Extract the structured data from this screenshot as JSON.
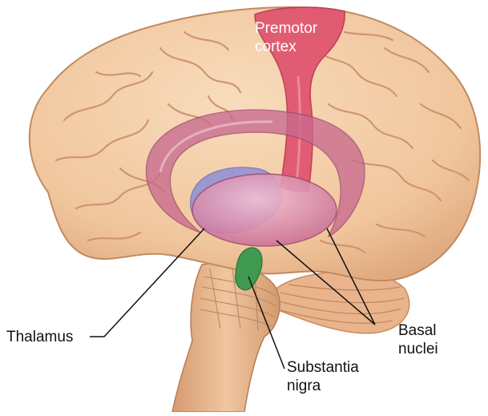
{
  "figure": {
    "labels": {
      "premotor_line1": "Premotor",
      "premotor_line2": "cortex",
      "thalamus": "Thalamus",
      "basal_line1": "Basal",
      "basal_line2": "nuclei",
      "substantia_line1": "Substantia",
      "substantia_line2": "nigra"
    },
    "colors": {
      "cortex_fill": "#f2cca4",
      "cortex_fold": "#d39c72",
      "premotor": "#e0566f",
      "basal_nuclei": "#c96b8f",
      "thalamus": "#8e8fd6",
      "substantia_nigra": "#3f9a4f",
      "brainstem": "#e2b088",
      "leader_line": "#111111"
    }
  }
}
